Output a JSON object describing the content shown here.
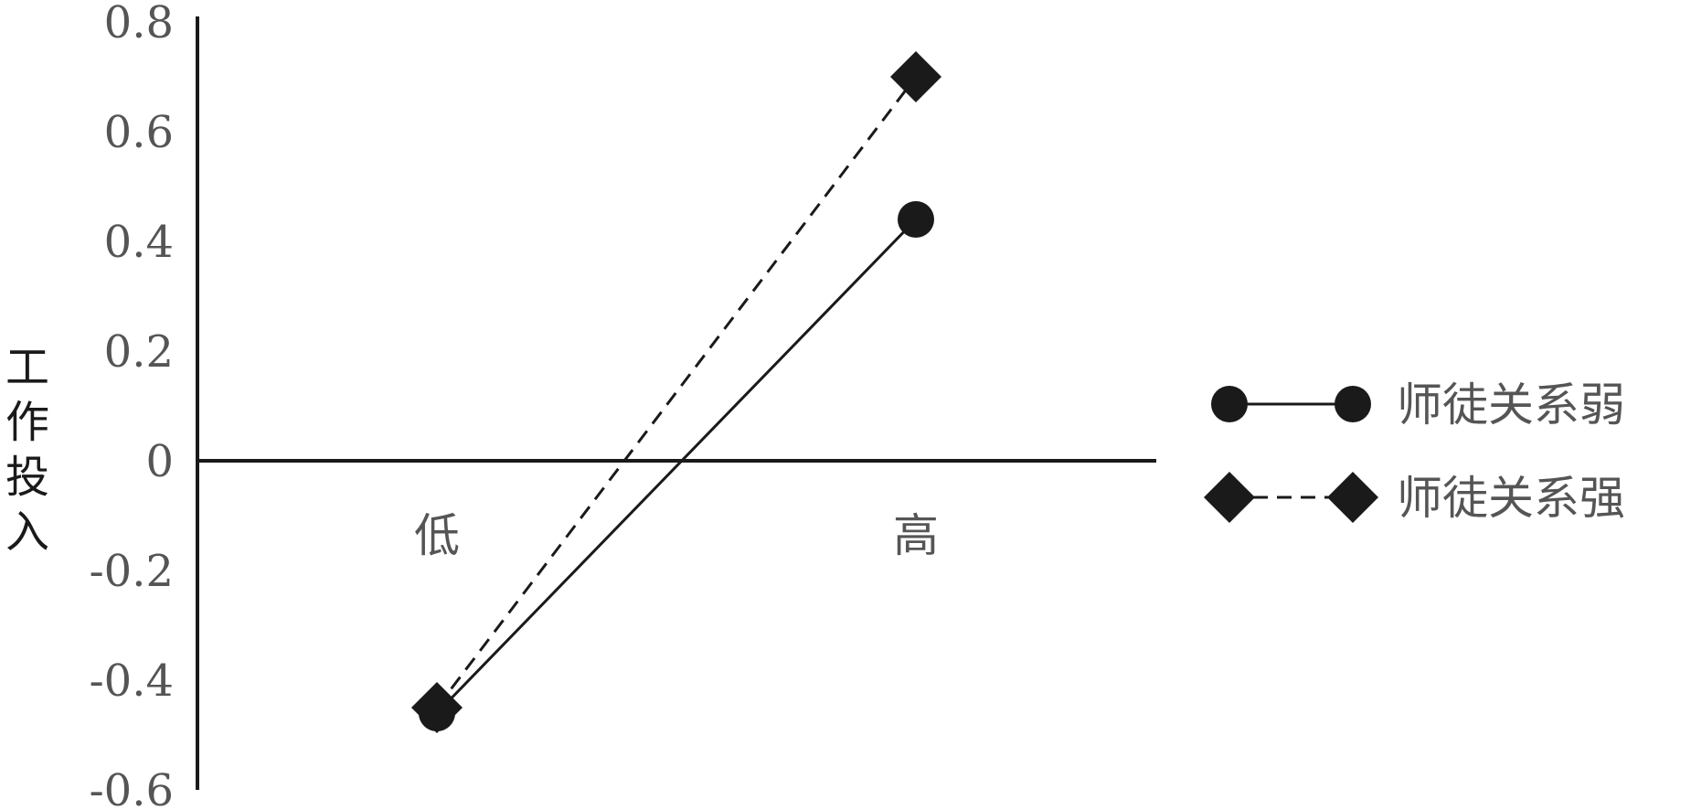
{
  "chart_data": {
    "type": "line",
    "title": "",
    "xlabel": "",
    "ylabel": "工作投入",
    "categories": [
      "低",
      "高"
    ],
    "ylim": [
      -0.6,
      0.8
    ],
    "yticks": [
      0.8,
      0.6,
      0.4,
      0.2,
      0,
      -0.2,
      -0.4,
      -0.6
    ],
    "ytick_labels": [
      "0.8",
      "0.6",
      "0.4",
      "0.2",
      "0",
      "-0.2",
      "-0.4",
      "-0.6"
    ],
    "grid": false,
    "legend_position": "right",
    "series": [
      {
        "name": "师徒关系弱",
        "values": [
          -0.46,
          0.44
        ],
        "marker": "circle",
        "line_style": "solid",
        "color": "#1a1a1a"
      },
      {
        "name": "师徒关系强",
        "values": [
          -0.45,
          0.7
        ],
        "marker": "diamond",
        "line_style": "dashed",
        "color": "#1a1a1a"
      }
    ]
  }
}
